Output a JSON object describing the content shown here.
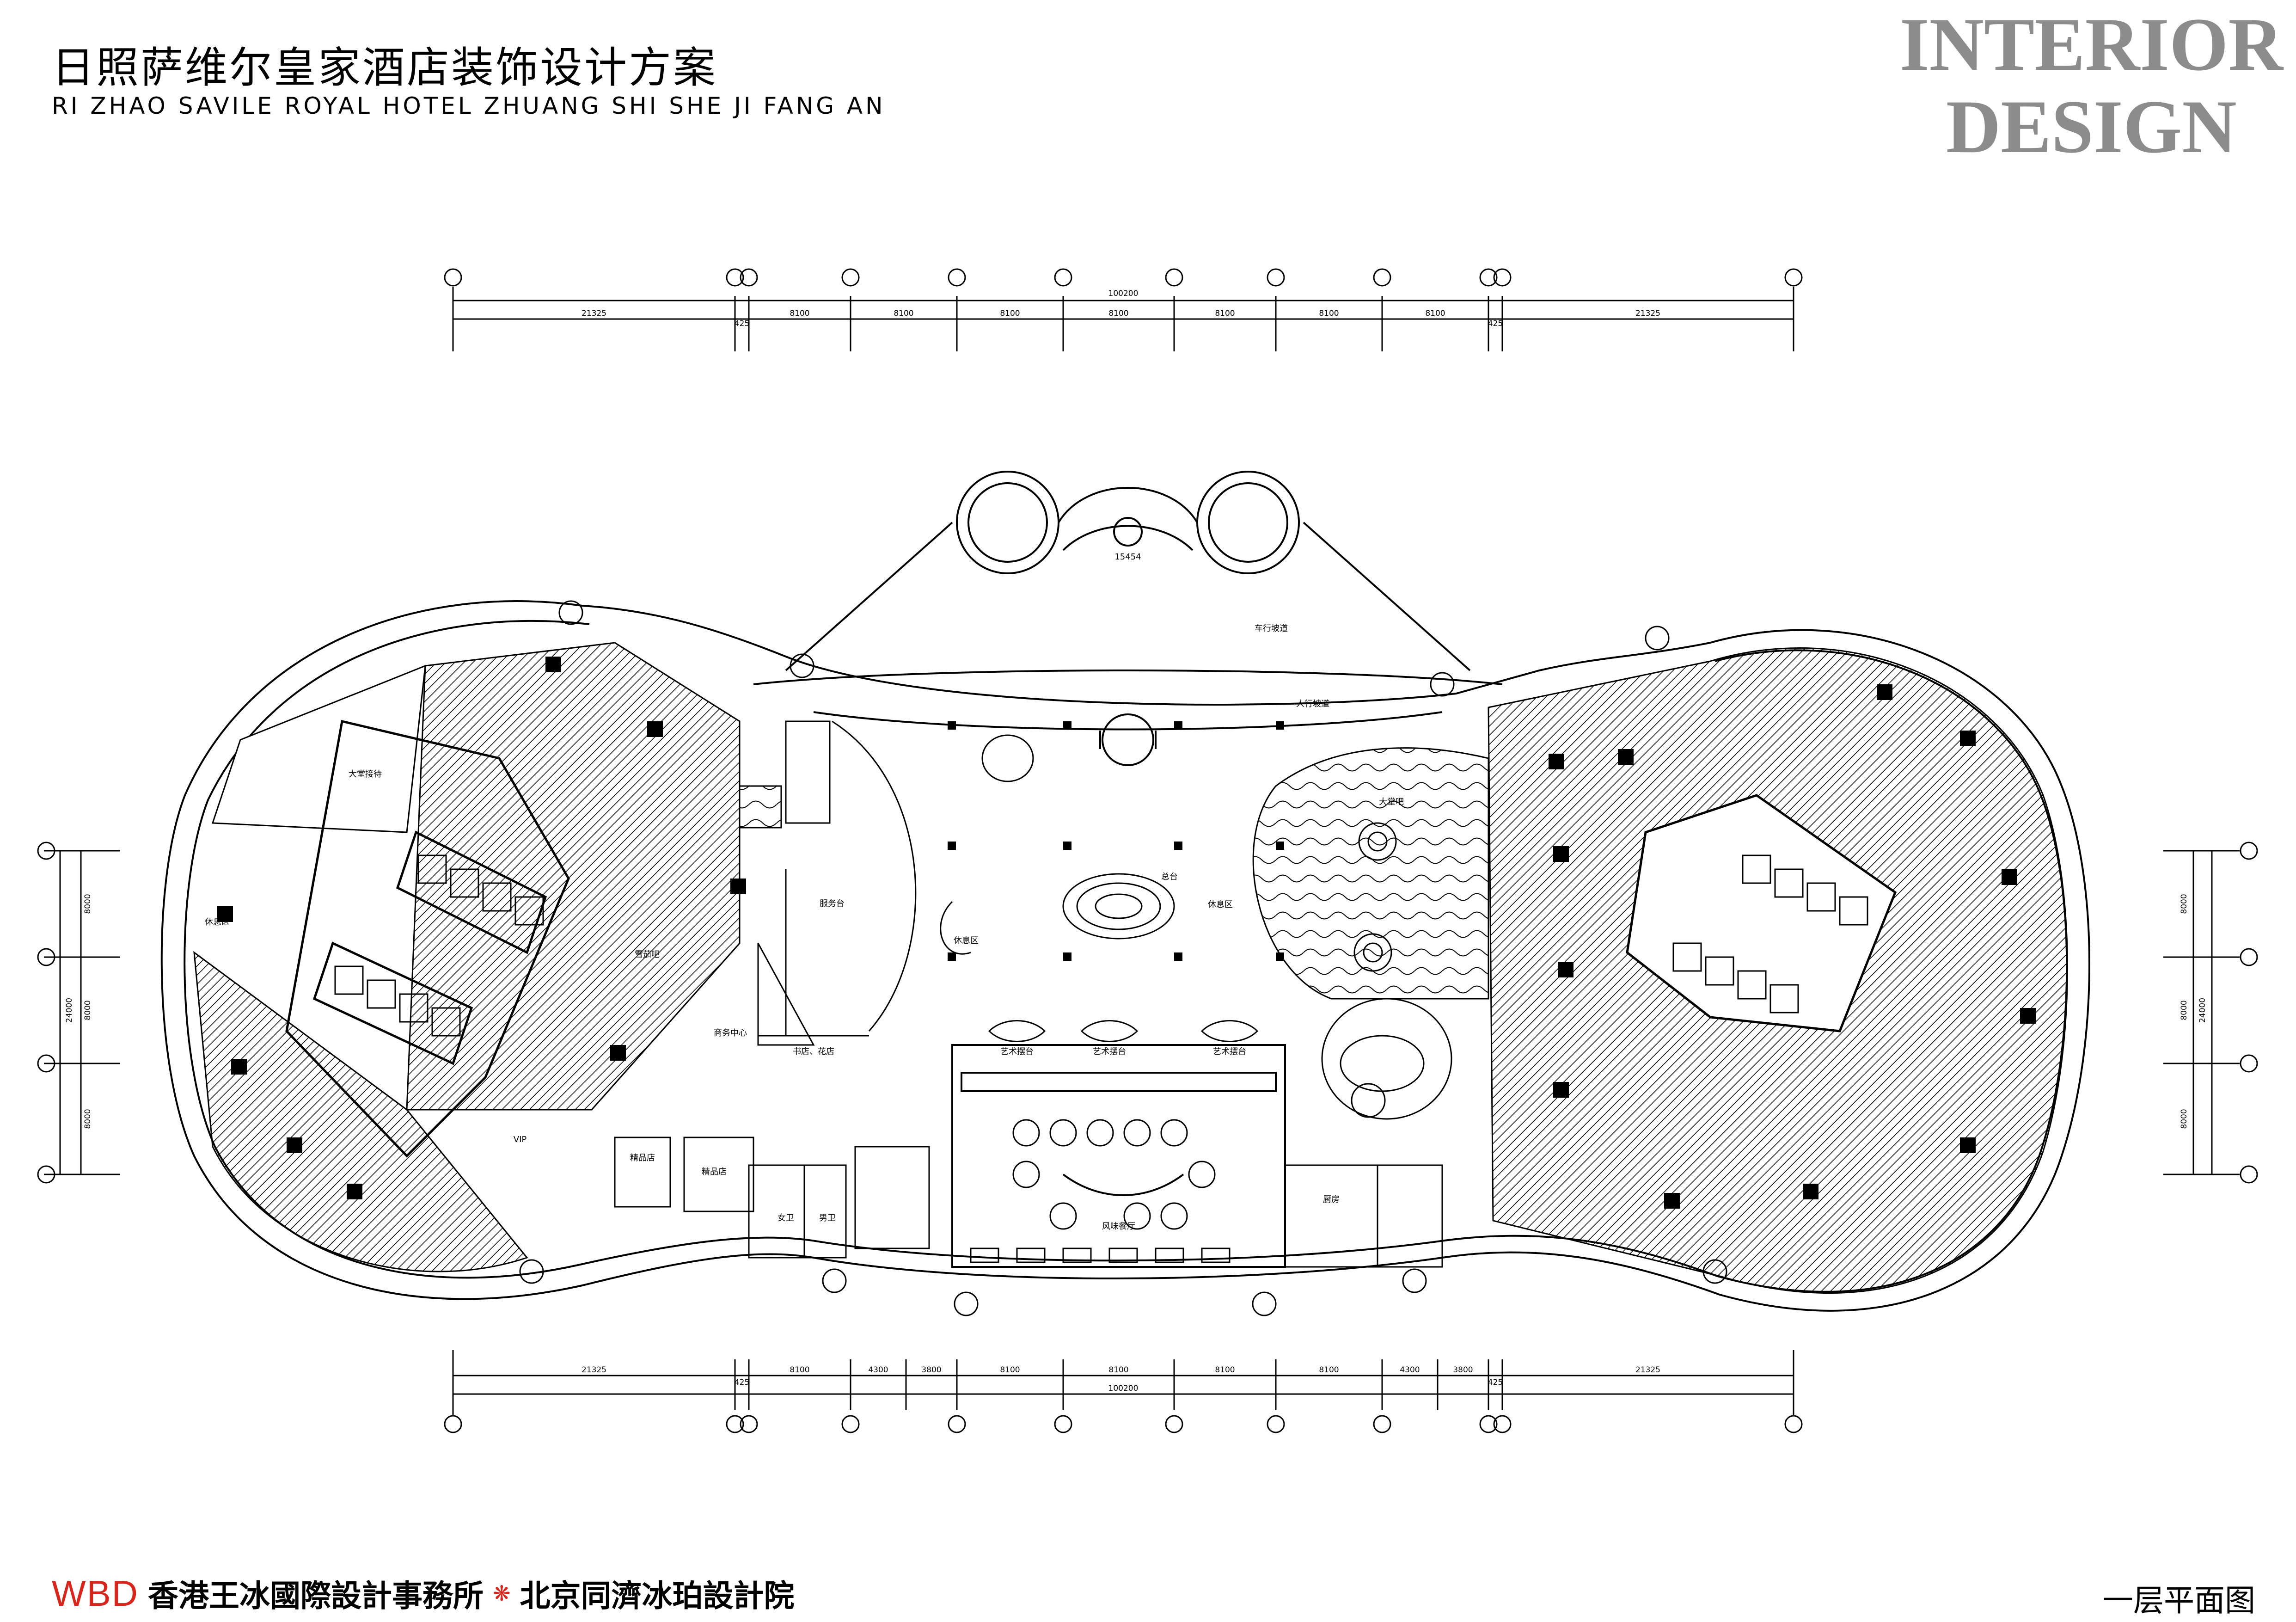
{
  "header": {
    "title_cn": "日照萨维尔皇家酒店装饰设计方案",
    "title_en": "RI ZHAO SAVILE ROYAL HOTEL ZHUANG SHI SHE JI FANG AN",
    "brand_line1": "INTERIOR",
    "brand_line2": "DESIGN"
  },
  "footer": {
    "logo": "WBD",
    "firm_hk": "香港王冰國際設計事務所",
    "firm_bj": "北京同濟冰珀設計院",
    "sheet_title": "一层平面图"
  },
  "dimensions": {
    "top_total": "100200",
    "top_segments": [
      "21325",
      "425",
      "8100",
      "8100",
      "8100",
      "8100",
      "8100",
      "8100",
      "8100",
      "425",
      "21325"
    ],
    "bottom_total": "100200",
    "bottom_segments": [
      "21325",
      "425",
      "8100",
      "4300",
      "3800",
      "8100",
      "8100",
      "8100",
      "8100",
      "4300",
      "3800",
      "425",
      "21325"
    ],
    "left_total": "24000",
    "left_segments": [
      "8000",
      "8000",
      "8000"
    ],
    "right_total": "24000",
    "right_segments": [
      "8000",
      "8000",
      "8000"
    ]
  },
  "rooms": {
    "lobby_reception": "大堂接待",
    "rest_area_left": "休息区",
    "vip": "VIP",
    "retail_left": "精品店",
    "retail_mid": "精品店",
    "womens_wc": "女卫",
    "mens_wc": "男卫",
    "rest_area_center": "休息区",
    "rest_area_right": "休息区",
    "cashier": "总台",
    "service_desk": "服务台",
    "snack_bar": "雪茄吧",
    "business_center": "商务中心",
    "bookstore": "书店、花店",
    "art_display_1": "艺术摆台",
    "art_display_2": "艺术摆台",
    "art_display_3": "艺术摆台",
    "special_restaurant": "风味餐厅",
    "kitchen": "厨房",
    "lobby_bar": "大堂吧",
    "car_ramp": "车行坡道",
    "ped_ramp": "人行坡道",
    "entry_elev": "15454"
  },
  "colors": {
    "line": "#000000",
    "brand_grey": "#8c8c8c",
    "logo_red": "#d9261c",
    "hatch": "#000000"
  }
}
